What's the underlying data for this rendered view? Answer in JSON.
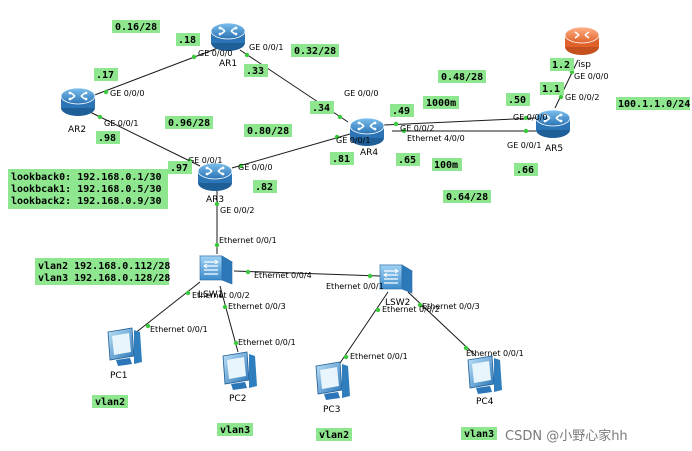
{
  "colors": {
    "note_bg": "#8ee68e",
    "router": "#3a88c8",
    "isp": "#f07b3d",
    "switch": "#4a9ad6",
    "pc": "#2f7fbf",
    "link": "#1a1a1a",
    "port_dot": "#3cc83c"
  },
  "devices": {
    "ar1": "AR1",
    "ar2": "AR2",
    "ar3": "AR3",
    "ar4": "AR4",
    "ar5": "AR5",
    "isp": "isp",
    "lsw1": "LSW1",
    "lsw2": "LSW2",
    "pc1": "PC1",
    "pc2": "PC2",
    "pc3": "PC3",
    "pc4": "PC4"
  },
  "ports": {
    "ar1_g000": "GE 0/0/0",
    "ar1_g001": "GE 0/0/1",
    "ar2_g000": "GE 0/0/0",
    "ar2_g001": "GE 0/0/1",
    "ar3_g001": "GE 0/0/1",
    "ar3_g000": "GE 0/0/0",
    "ar3_g002": "GE 0/0/2",
    "ar4_g000": "GE 0/0/0",
    "ar4_g001": "GE 0/0/1",
    "ar4_g002": "GE 0/0/2",
    "ar4_e400": "Ethernet 4/0/0",
    "ar5_g000": "GE 0/0/0",
    "ar5_g001": "GE 0/0/1",
    "ar5_g002": "GE 0/0/2",
    "isp_g000": "GE 0/0/0",
    "lsw1_e001": "Ethernet 0/0/1",
    "lsw1_e002": "Ethernet 0/0/2",
    "lsw1_e003": "Ethernet 0/0/3",
    "lsw1_e004": "Ethernet 0/0/4",
    "lsw2_e001": "Ethernet 0/0/1",
    "lsw2_e002": "Ethernet 0/0/2",
    "lsw2_e003": "Ethernet 0/0/3",
    "pc1_e001": "Ethernet 0/0/1",
    "pc2_e001": "Ethernet 0/0/1",
    "pc3_e001": "Ethernet 0/0/1",
    "pc4_e001": "Ethernet 0/0/1"
  },
  "notes": {
    "n_16_28": "0.16/28",
    "n_18": ".18",
    "n_17": ".17",
    "n_32_28": "0.32/28",
    "n_33": ".33",
    "n_34": ".34",
    "n_48_28": "0.48/28",
    "n_1000m": "1000m",
    "n_49": ".49",
    "n_50": ".50",
    "n_1_2": "1.2",
    "n_1_1": "1.1",
    "n_100_1": "100.1.1.0/24",
    "n_98": ".98",
    "n_96_28": "0.96/28",
    "n_80_28": "0.80/28",
    "n_97": ".97",
    "n_81": ".81",
    "n_82": ".82",
    "n_65": ".65",
    "n_100m": "100m",
    "n_66": ".66",
    "n_64_28": "0.64/28",
    "lookback": [
      "lookback0: 192.168.0.1/30",
      "lookbcak1: 192.168.0.5/30",
      "lookback2: 192.168.0.9/30"
    ],
    "vlans": [
      "vlan2 192.168.0.112/28",
      "vlan3 192.168.0.128/28"
    ],
    "pc1_vlan": "vlan2",
    "pc2_vlan": "vlan3",
    "pc3_vlan": "vlan2",
    "pc4_vlan": "vlan3"
  },
  "watermark": "CSDN @小野心家hh"
}
